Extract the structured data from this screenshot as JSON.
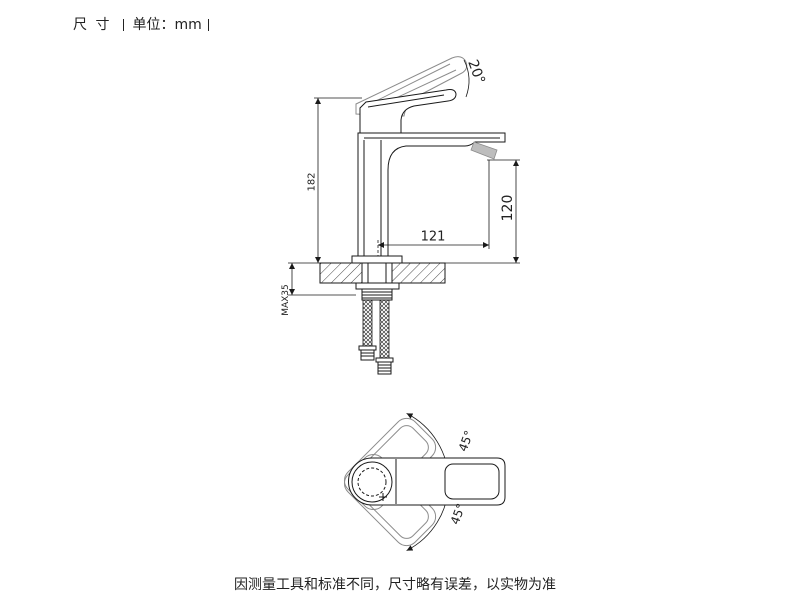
{
  "header": {
    "title": "尺 寸",
    "unit": "单位：mm"
  },
  "dimensions": {
    "handle_angle": "20°",
    "height": "182",
    "spout_height": "120",
    "spout_reach": "121",
    "max_thickness": "MAX35",
    "rotation_upper": "45°",
    "rotation_lower": "45°"
  },
  "footer": {
    "note": "因测量工具和标准不同，尺寸略有误差，以实物为准"
  },
  "colors": {
    "line": "#1a1a1a",
    "ghost": "#8c8c8c",
    "text": "#222222",
    "background": "#ffffff"
  }
}
